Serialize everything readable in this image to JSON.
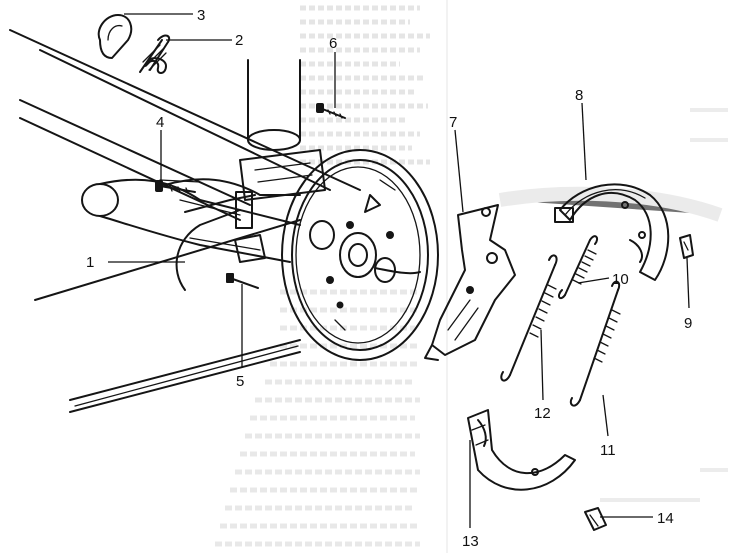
{
  "diagram": {
    "callouts": [
      {
        "id": "1",
        "text": "1"
      },
      {
        "id": "2",
        "text": "2"
      },
      {
        "id": "3",
        "text": "3"
      },
      {
        "id": "4",
        "text": "4"
      },
      {
        "id": "5",
        "text": "5"
      },
      {
        "id": "6",
        "text": "6"
      },
      {
        "id": "7",
        "text": "7"
      },
      {
        "id": "8",
        "text": "8"
      },
      {
        "id": "9",
        "text": "9"
      },
      {
        "id": "10",
        "text": "10"
      },
      {
        "id": "11",
        "text": "11"
      },
      {
        "id": "12",
        "text": "12"
      },
      {
        "id": "13",
        "text": "13"
      },
      {
        "id": "14",
        "text": "14"
      }
    ]
  },
  "colors": {
    "background": "#ffffff",
    "ink": "#151515",
    "bleed_through": "#b9b9b9"
  }
}
